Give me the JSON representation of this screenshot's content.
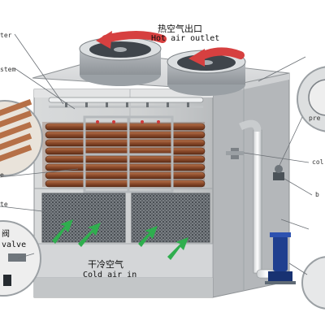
{
  "labels": {
    "top_outlet_cn": "热空气出口",
    "top_outlet_en": "Hot air outlet",
    "bottom_inlet_cn": "干冷空气",
    "bottom_inlet_en": "Cold air in",
    "left_callout_1": "ter",
    "left_callout_2": "stem",
    "left_callout_3": "e",
    "left_callout_4": "te",
    "left_callout_5_cn": "阀",
    "left_callout_5_en": "valve",
    "right_callout_1": "pre",
    "right_callout_2": "col",
    "right_callout_3": "b"
  },
  "colors": {
    "hot_arrow": "#d64040",
    "cold_arrow": "#2fae4e",
    "cabinet": "#c9cbcd",
    "pump": "#1f3f8f"
  }
}
